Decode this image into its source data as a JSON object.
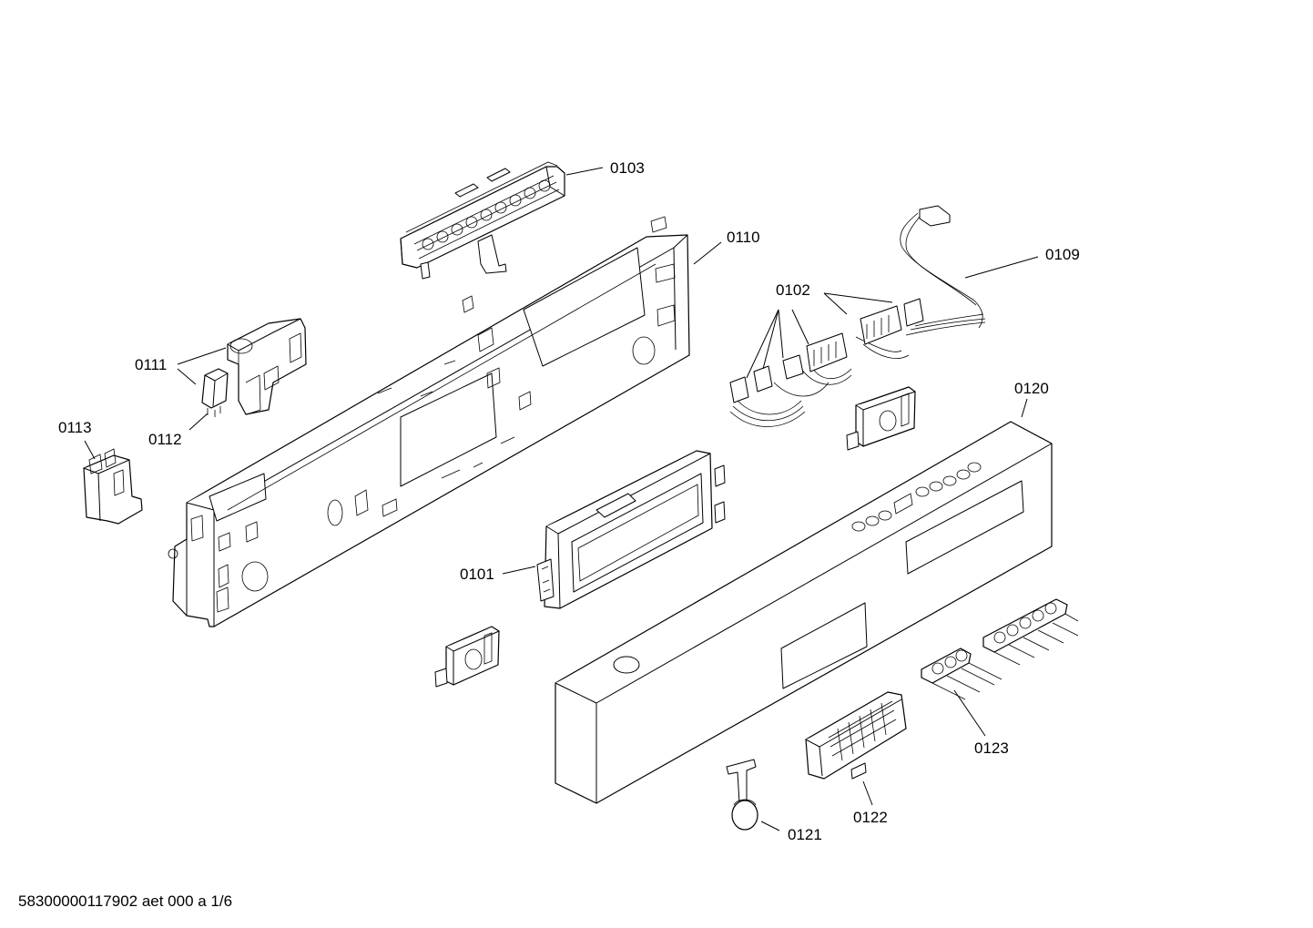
{
  "labels": {
    "p0103": "0103",
    "p0110": "0110",
    "p0109": "0109",
    "p0102": "0102",
    "p0111": "0111",
    "p0112": "0112",
    "p0113": "0113",
    "p0120": "0120",
    "p0101": "0101",
    "p0123": "0123",
    "p0122": "0122",
    "p0121": "0121"
  },
  "footer": "58300000117902 aet 000 a 1/6"
}
